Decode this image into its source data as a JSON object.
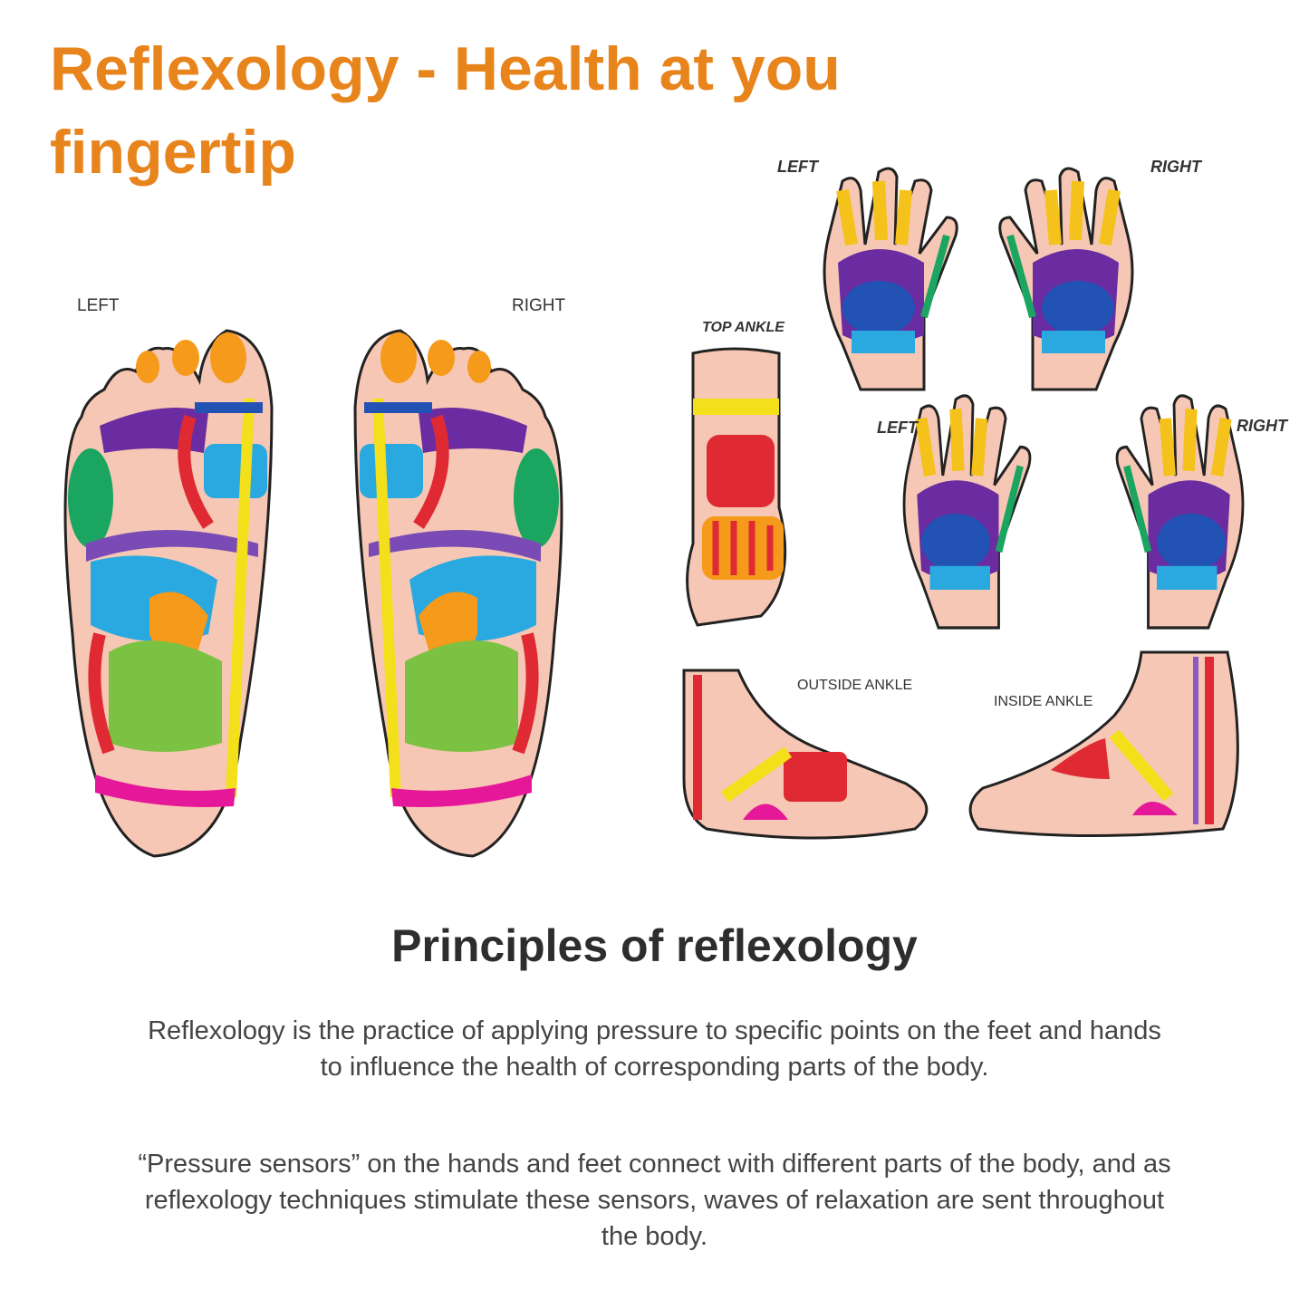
{
  "title": "Reflexology - Health at you fingertip",
  "diagram_labels": {
    "foot_left": "LEFT",
    "foot_right": "RIGHT",
    "hand_back_left": "LEFT",
    "hand_back_right": "RIGHT",
    "palm_left": "LEFT",
    "palm_right": "RIGHT",
    "top_ankle": "TOP ANKLE",
    "outside_ankle": "OUTSIDE ANKLE",
    "inside_ankle": "INSIDE ANKLE"
  },
  "heading": "Principles of reflexology",
  "paragraph_1": "Reflexology is the practice of applying pressure to specific points on the feet and hands to influence the health of corresponding parts of the body.",
  "paragraph_2": "“Pressure sensors” on the hands and feet connect with different parts of the body, and as reflexology techniques stimulate these sensors, waves of relaxation are sent throughout the body.",
  "colors": {
    "title": "#E8841C",
    "heading": "#2d2d2d",
    "body_text": "#444444"
  }
}
